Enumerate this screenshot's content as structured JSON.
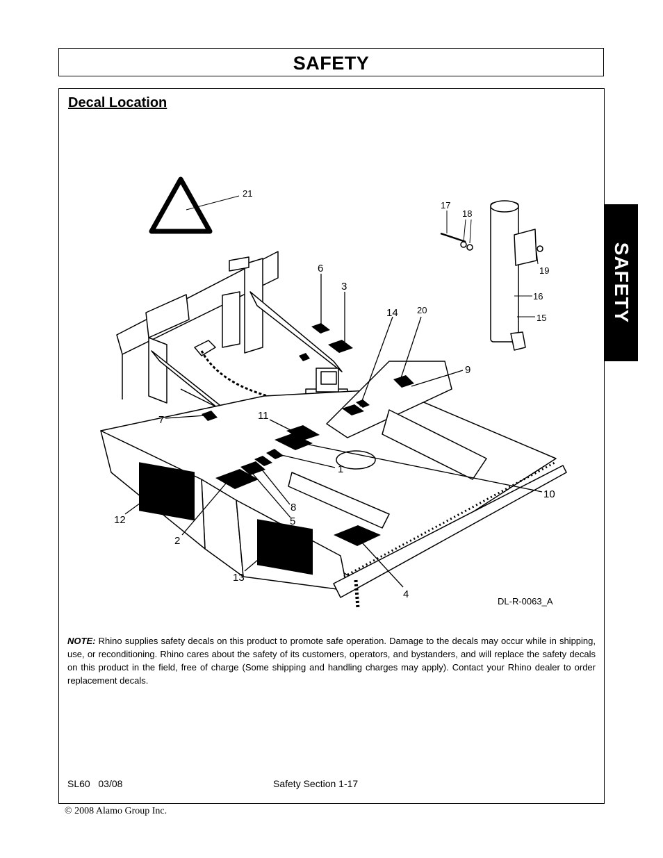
{
  "header": {
    "title": "SAFETY"
  },
  "side_tab": {
    "label": "SAFETY"
  },
  "section": {
    "heading": "Decal Location"
  },
  "figure": {
    "code": "DL-R-0063_A",
    "callouts": [
      "21",
      "17",
      "18",
      "19",
      "16",
      "15",
      "6",
      "3",
      "14",
      "20",
      "9",
      "7",
      "11",
      "1",
      "10",
      "12",
      "2",
      "8",
      "5",
      "13",
      "4"
    ]
  },
  "note": {
    "label": "NOTE:",
    "text": " Rhino supplies safety decals on this product to promote safe operation. Damage to the decals may occur while in shipping, use, or reconditioning. Rhino cares about the safety of its customers, operators, and bystanders, and will replace the safety decals on this product in the field, free of charge (Some shipping and handling charges may apply). Contact your Rhino dealer to order replacement decals."
  },
  "footer": {
    "model_date": "SL60   03/08",
    "page_ref": "Safety Section 1-17",
    "copyright": "© 2008 Alamo Group Inc."
  }
}
